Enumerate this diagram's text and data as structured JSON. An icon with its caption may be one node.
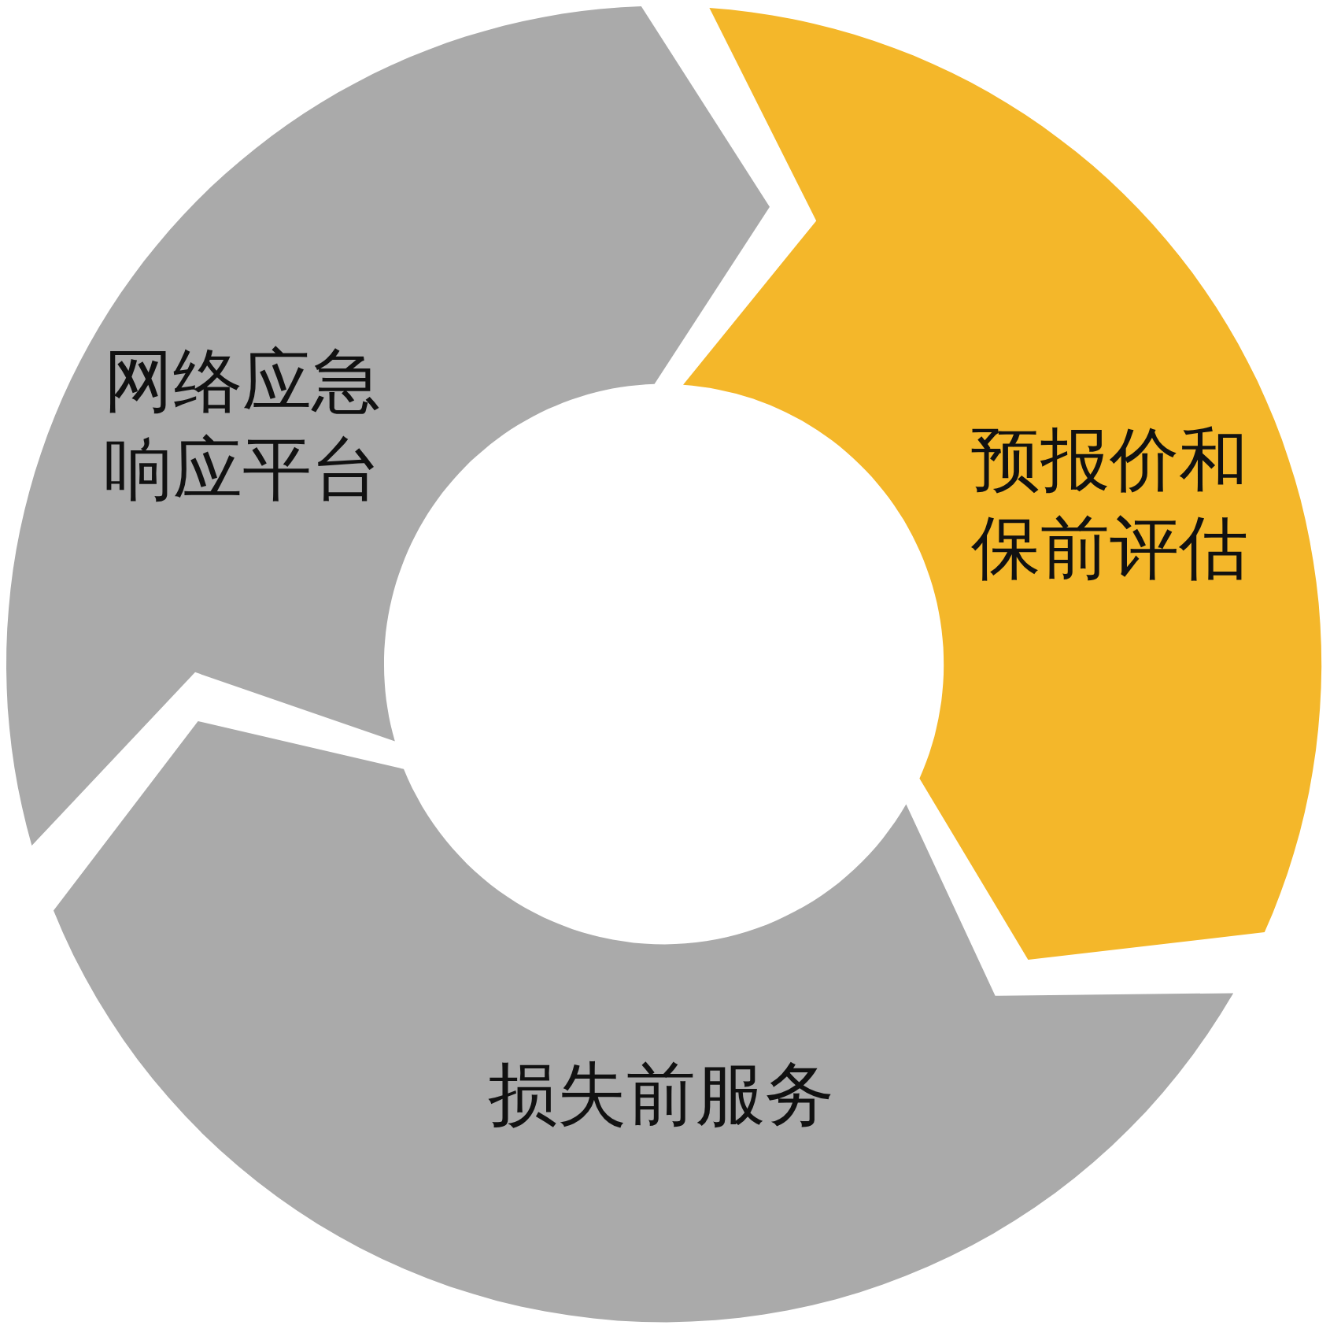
{
  "diagram": {
    "nodes": [
      {
        "text": [
          "网络应急响应平台"
        ]
      },
      {
        "text": [
          "预报价和保前评估"
        ]
      },
      {
        "text": [
          "损失前服务"
        ]
      }
    ]
  }
}
